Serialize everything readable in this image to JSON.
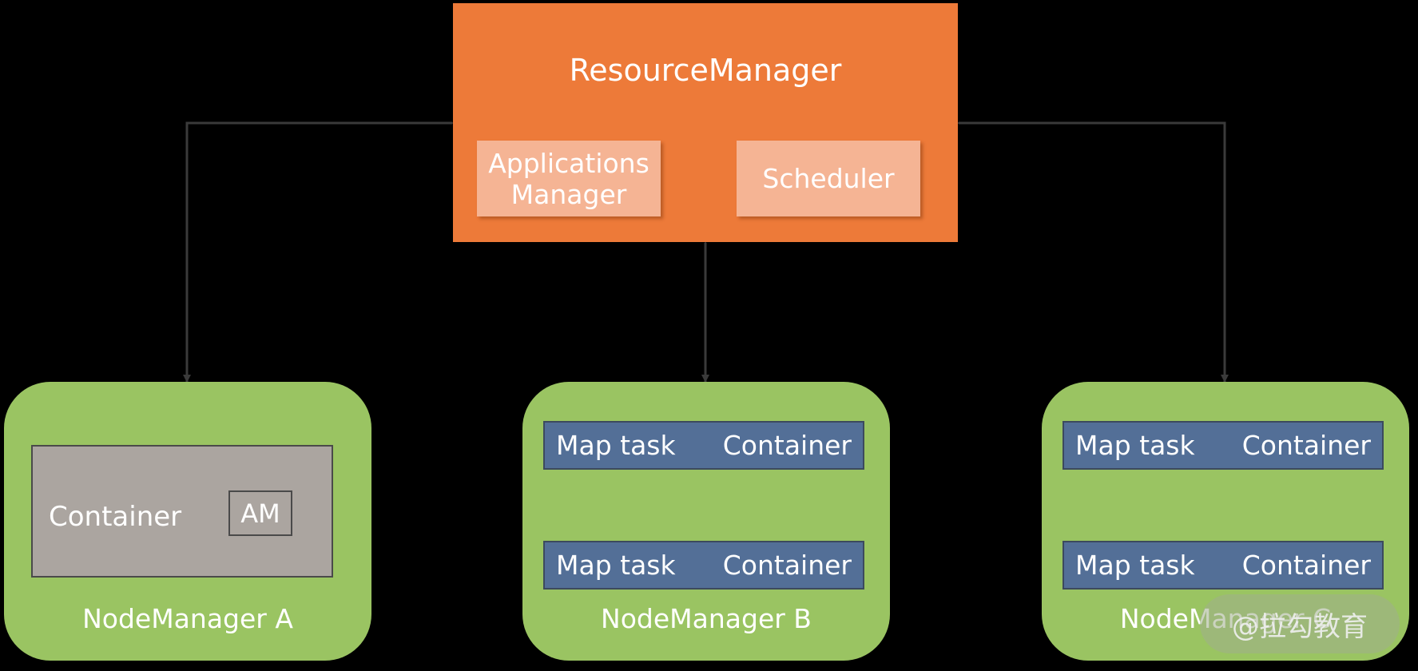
{
  "resource_manager": {
    "title": "ResourceManager",
    "applications_manager": "Applications Manager",
    "scheduler": "Scheduler"
  },
  "node_managers": [
    {
      "label": "NodeManager A",
      "container_label": "Container",
      "am_label": "AM"
    },
    {
      "label": "NodeManager B",
      "tasks": [
        {
          "task": "Map task",
          "container": "Container"
        },
        {
          "task": "Map task",
          "container": "Container"
        }
      ]
    },
    {
      "label": "NodeManager C",
      "tasks": [
        {
          "task": "Map task",
          "container": "Container"
        },
        {
          "task": "Map task",
          "container": "Container"
        }
      ]
    }
  ],
  "watermark": "@拉勾教育",
  "colors": {
    "resource_manager": "#ed7a39",
    "sub_box": "#f5b494",
    "node_manager": "#9ac462",
    "container_gray": "#aba5a0",
    "map_task": "#536f97",
    "connector": "#3a3a3a"
  }
}
